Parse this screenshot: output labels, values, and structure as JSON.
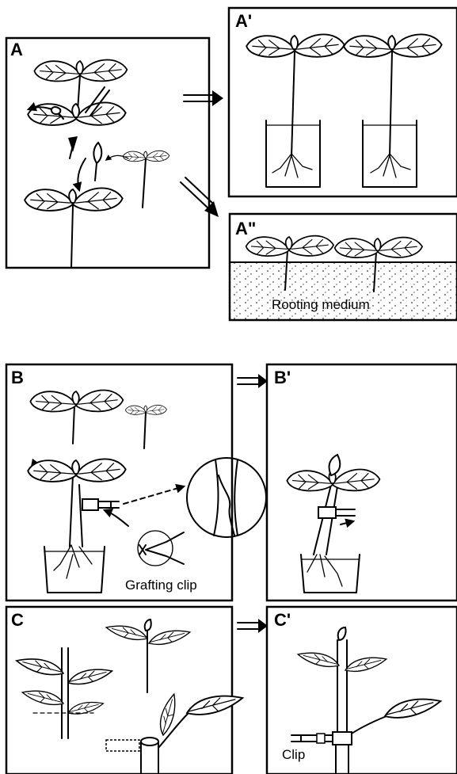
{
  "panels": {
    "a": "A",
    "a_prime": "A'",
    "a_double_prime": "A\"",
    "b": "B",
    "b_prime": "B'",
    "c": "C",
    "c_prime": "C'"
  },
  "captions": {
    "rooting_medium": "Rooting medium",
    "grafting_clip": "Grafting clip",
    "clip": "Clip"
  }
}
